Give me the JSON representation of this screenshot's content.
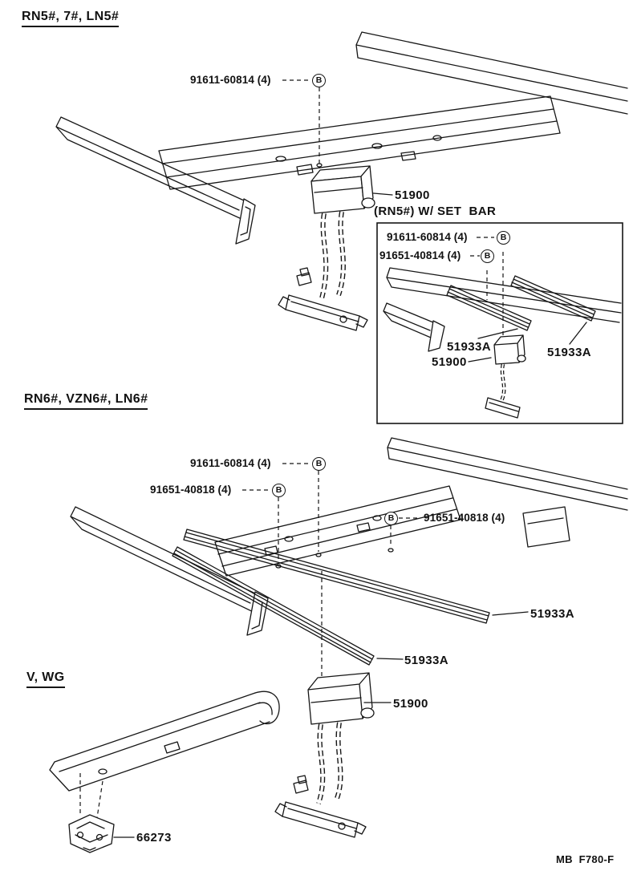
{
  "diagram": {
    "bolt_symbol": "B",
    "footer_code": "MB  F780-F",
    "sections": {
      "rn5": {
        "heading": "RN5#, 7#, LN5#",
        "bolt": "91611-60814 (4)",
        "carrier": "51900"
      },
      "inset": {
        "title": "(RN5#) W/ SET  BAR",
        "bolt_a": "91611-60814 (4)",
        "bolt_b": "91651-40814 (4)",
        "setbar_left": "51933A",
        "carrier": "51900",
        "setbar_right": "51933A"
      },
      "rn6": {
        "heading": "RN6#, VZN6#, LN6#",
        "bolt_a": "91611-60814 (4)",
        "bolt_b": "91651-40818 (4)",
        "bolt_c": "91651-40818 (4)",
        "setbar_right": "51933A",
        "setbar_lower": "51933A",
        "carrier": "51900"
      },
      "vwg": {
        "heading": "V, WG",
        "clamp": "66273"
      }
    }
  }
}
